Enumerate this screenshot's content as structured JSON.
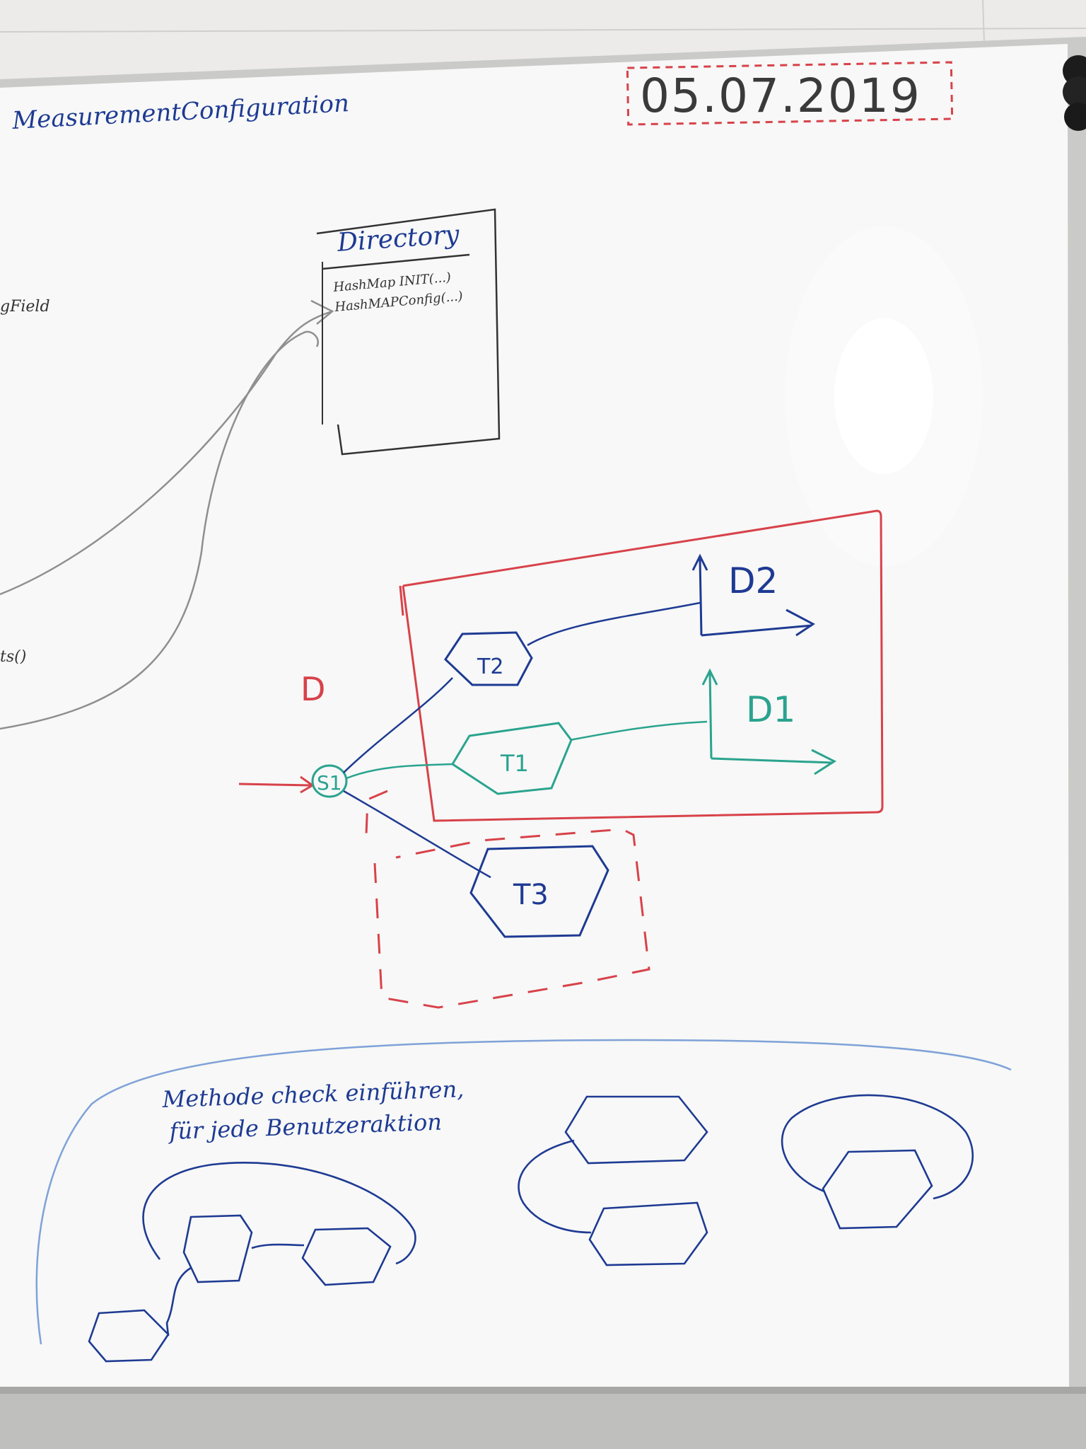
{
  "board": {
    "title": "MeasurementConfiguration",
    "date": "05.07.2019",
    "left_cut_text_1": "gField",
    "left_cut_text_2": "ts()"
  },
  "directory_box": {
    "title": "Directory",
    "line_1": "HashMap INIT(...)",
    "line_2": "HashMAPConfig(...)"
  },
  "diagram": {
    "start_node": "S1",
    "task_1": "T1",
    "task_2": "T2",
    "task_3": "T3",
    "plot_1": "D1",
    "plot_2": "D2",
    "marker": "D"
  },
  "note": {
    "line_1": "Methode check einführen,",
    "line_2": "für jede Benutzeraktion"
  },
  "colors": {
    "board": "#f6f7f6",
    "frame": "#c9cbc8",
    "wall": "#e6e6e3",
    "dark_marker": "#2c2c2c",
    "blue_marker": "#1e3a93",
    "light_blue_marker": "#3b6fc4",
    "teal_marker": "#2aa38f",
    "red_marker": "#d8424a",
    "gray_marker": "#8f8f8f"
  }
}
